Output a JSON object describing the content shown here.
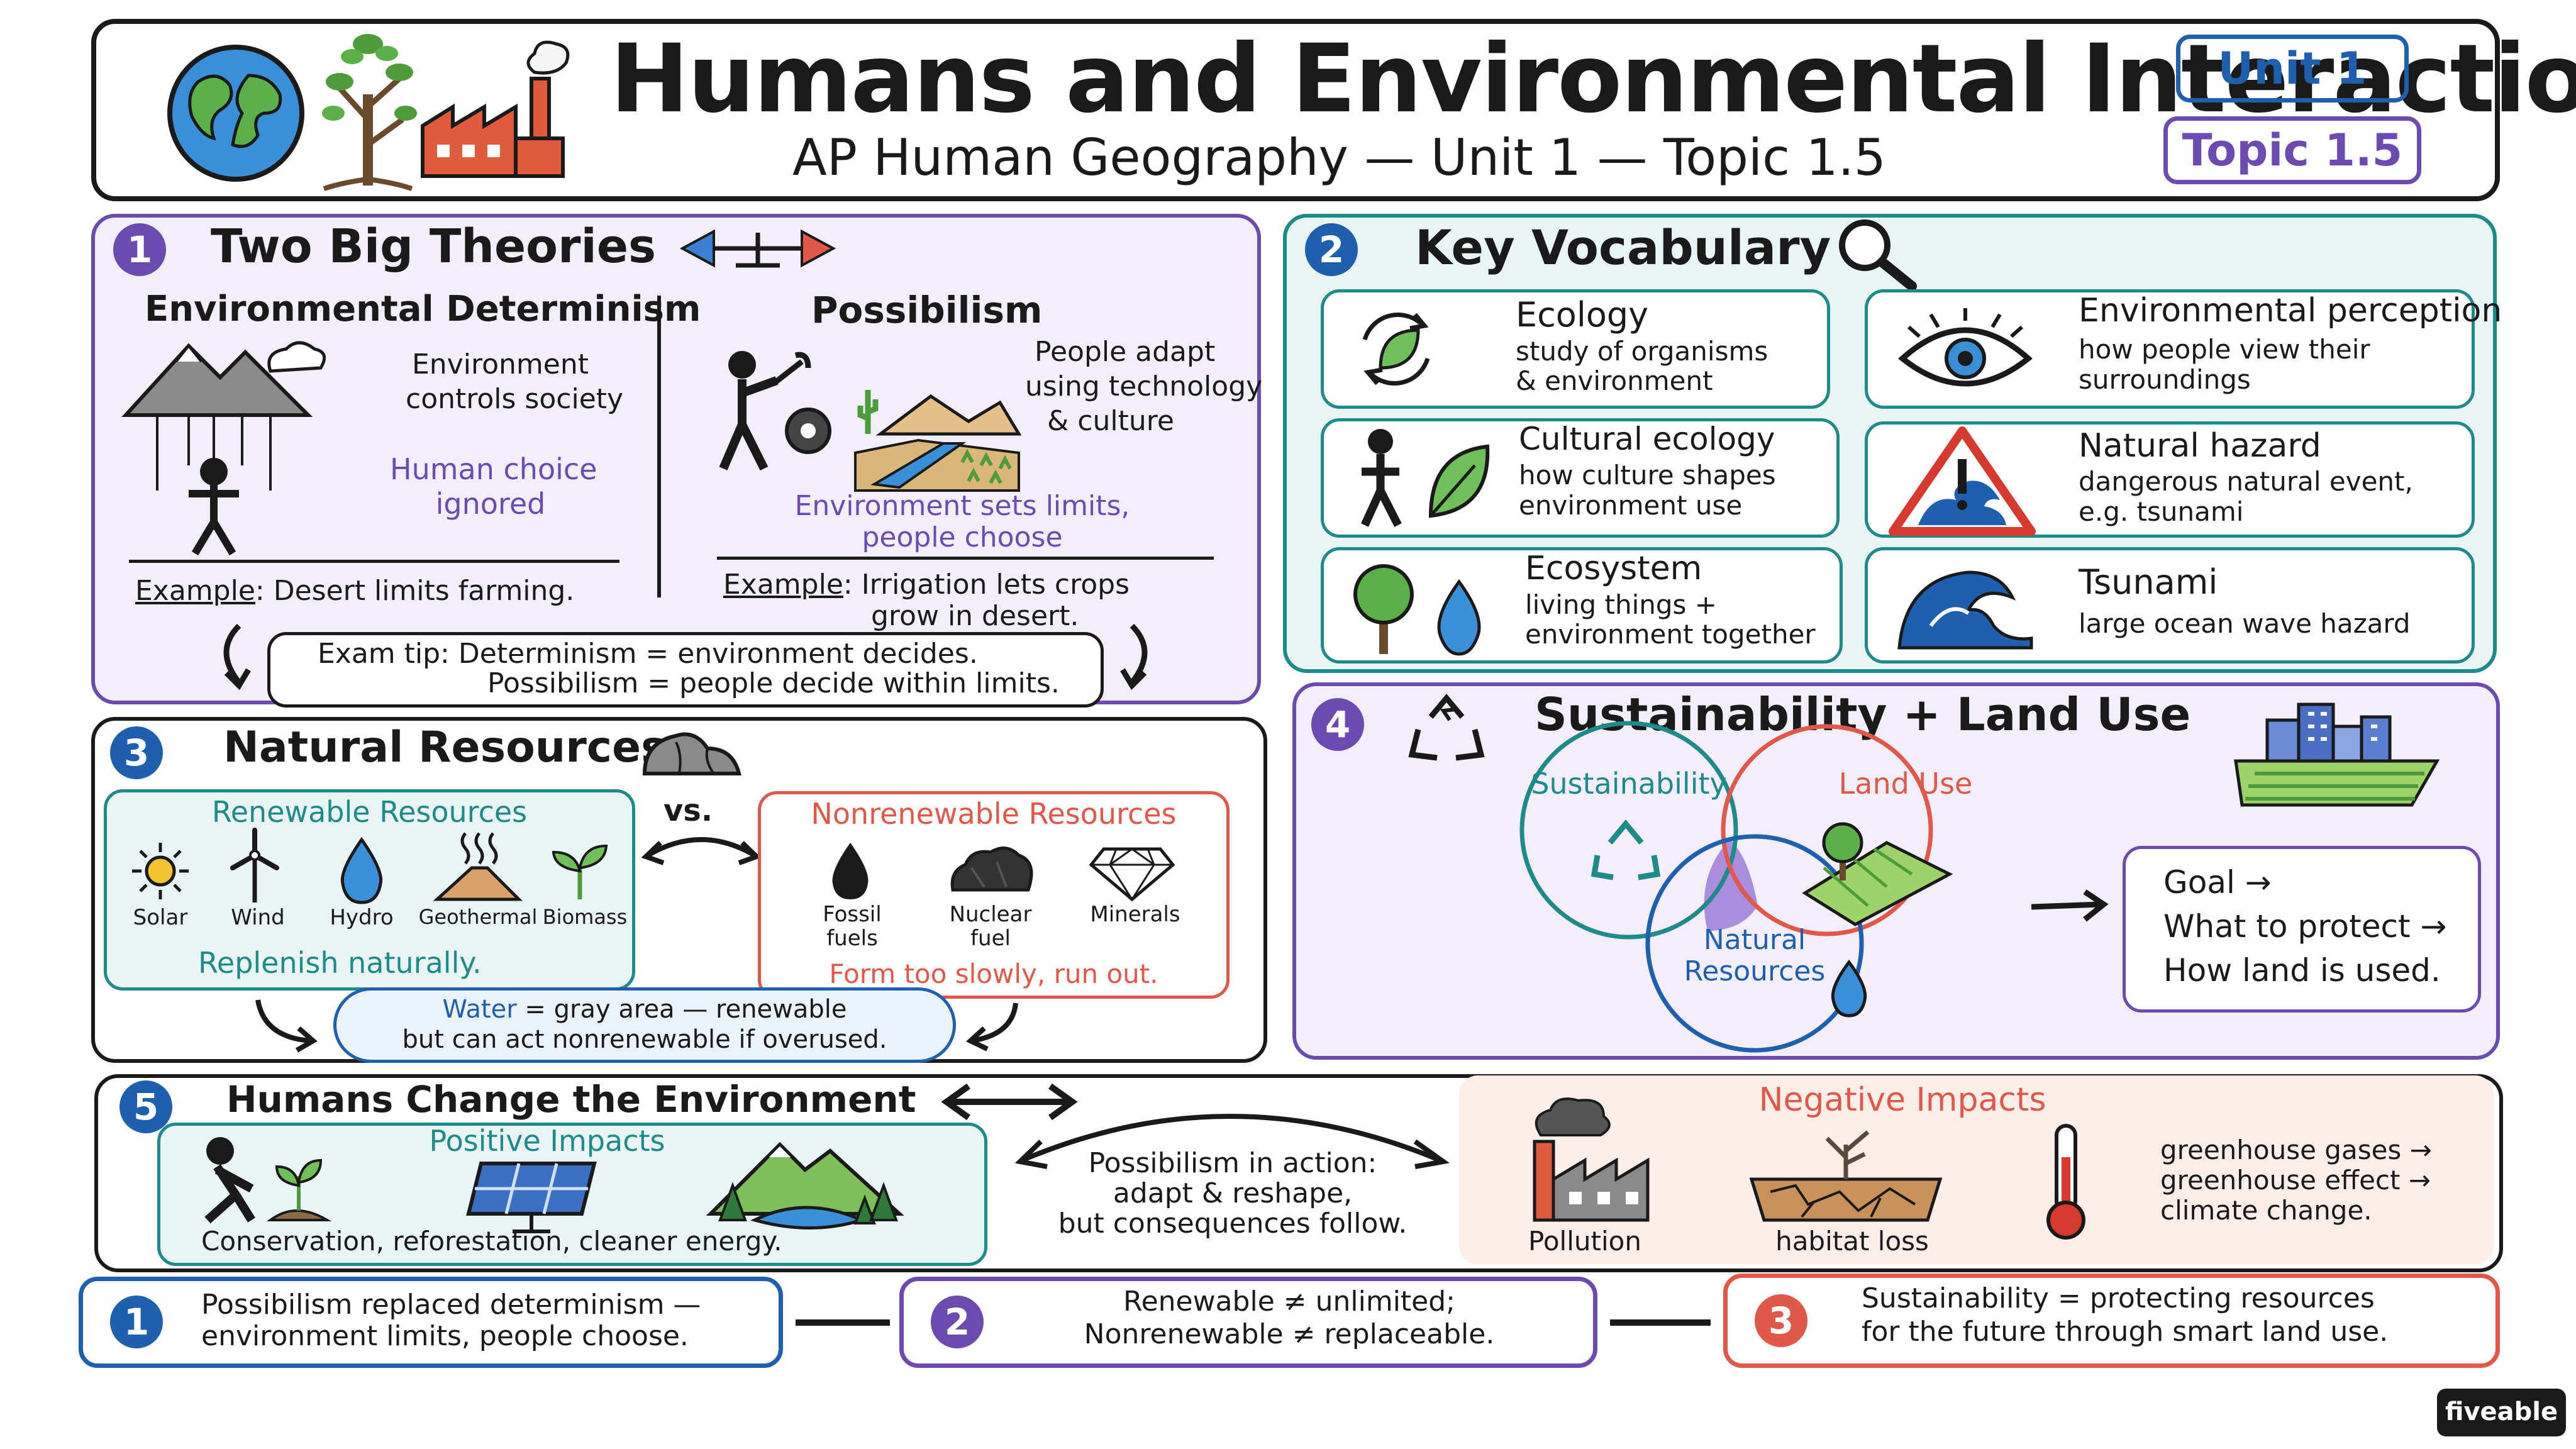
{
  "header": {
    "title": "Humans and Environmental Interaction",
    "subtitle": "AP Human Geography — Unit 1 — Topic 1.5",
    "badge_unit": "Unit 1",
    "badge_topic": "Topic 1.5"
  },
  "colors": {
    "purple": "#6b4bb0",
    "teal": "#1f8a8a",
    "blue": "#1e5fae",
    "coral": "#e0584a",
    "purple_bg": "#f3eefb",
    "teal_bg": "#e9f5f4",
    "coral_bg": "#fdeeea"
  },
  "s1": {
    "num": "1",
    "title": "Two Big Theories",
    "det": {
      "title": "Environmental Determinism",
      "l1": "Environment",
      "l2": "controls society",
      "h1": "Human choice",
      "h2": "ignored",
      "ex_label": "Example",
      "ex_text": ": Desert limits farming."
    },
    "pos": {
      "title": "Possibilism",
      "l1": "People adapt",
      "l2": "using technology",
      "l3": "& culture",
      "h1": "Environment sets limits,",
      "h2": "people choose",
      "ex_label": "Example",
      "ex_text": ": Irrigation lets crops",
      "ex_text2": "grow in desert."
    },
    "tip1": "Exam tip: Determinism = environment decides.",
    "tip2": "Possibilism = people decide within limits."
  },
  "s2": {
    "num": "2",
    "title": "Key Vocabulary",
    "terms": [
      {
        "term": "Ecology",
        "d1": "study of organisms",
        "d2": "& environment"
      },
      {
        "term": "Environmental perception",
        "d1": "how people view their",
        "d2": "surroundings"
      },
      {
        "term": "Cultural ecology",
        "d1": "how culture shapes",
        "d2": "environment use"
      },
      {
        "term": "Natural hazard",
        "d1": "dangerous natural event,",
        "d2": "e.g. tsunami"
      },
      {
        "term": "Ecosystem",
        "d1": "living things +",
        "d2": "environment together"
      },
      {
        "term": "Tsunami",
        "d1": "large ocean wave hazard",
        "d2": ""
      }
    ]
  },
  "s3": {
    "num": "3",
    "title": "Natural Resources",
    "renew_title": "Renewable Resources",
    "renew_items": [
      "Solar",
      "Wind",
      "Hydro",
      "Geothermal",
      "Biomass"
    ],
    "renew_note": "Replenish naturally.",
    "vs": "vs.",
    "nonrenew_title": "Nonrenewable Resources",
    "nonrenew_items": [
      [
        "Fossil",
        "fuels"
      ],
      [
        "Nuclear",
        "fuel"
      ],
      [
        "Minerals",
        ""
      ]
    ],
    "nonrenew_note": "Form too slowly, run out.",
    "water_word": "Water",
    "water_rest": " = gray area — renewable",
    "water_l2": "but can act nonrenewable if overused."
  },
  "s4": {
    "num": "4",
    "title": "Sustainability + Land Use",
    "v1": "Sustainability",
    "v2": "Land Use",
    "v3a": "Natural",
    "v3b": "Resources",
    "goal1": "Goal →",
    "goal2": "What to protect →",
    "goal3": "How land is used."
  },
  "s5": {
    "num": "5",
    "title": "Humans Change the Environment",
    "pos_title": "Positive Impacts",
    "pos_text": "Conservation, reforestation, cleaner energy.",
    "mid1": "Possibilism in action:",
    "mid2": "adapt & reshape,",
    "mid3": "but consequences follow.",
    "neg_title": "Negative Impacts",
    "neg_items": [
      "Pollution",
      "habitat loss"
    ],
    "neg1": "greenhouse gases →",
    "neg2": "greenhouse effect →",
    "neg3": "climate change."
  },
  "takeaways": [
    {
      "num": "1",
      "l1": "Possibilism replaced determinism —",
      "l2": "environment limits, people choose."
    },
    {
      "num": "2",
      "l1": "Renewable ≠ unlimited;",
      "l2": "Nonrenewable ≠ replaceable."
    },
    {
      "num": "3",
      "l1": "Sustainability = protecting resources",
      "l2": "for the future through smart land use."
    }
  ],
  "brand": "fiveable"
}
